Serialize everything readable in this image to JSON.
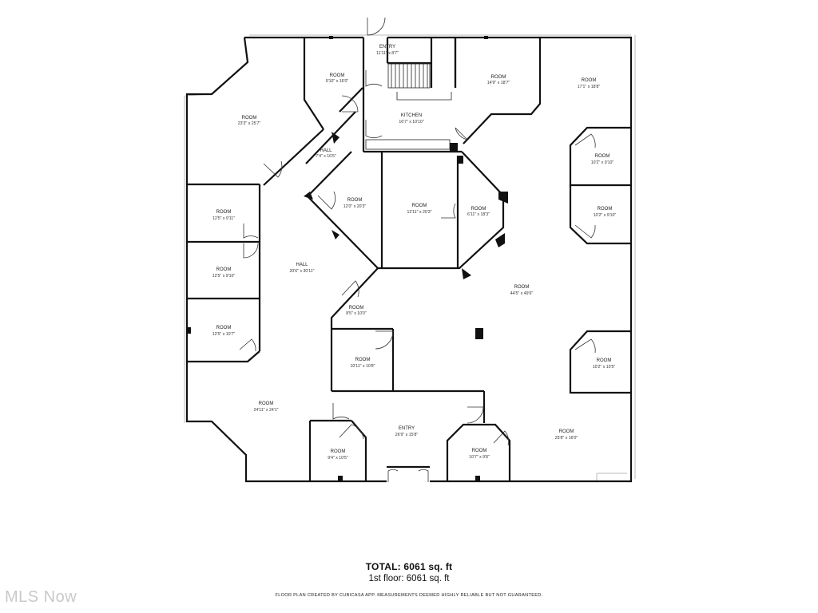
{
  "rooms": [
    {
      "id": "entry-top",
      "name": "ENTRY",
      "dims": "11'11\" x 8'7\""
    },
    {
      "id": "room-9-10x16",
      "name": "ROOM",
      "dims": "9'10\" x 16'0\""
    },
    {
      "id": "room-14-9",
      "name": "ROOM",
      "dims": "14'9\" x 18'7\""
    },
    {
      "id": "room-17-1",
      "name": "ROOM",
      "dims": "17'1\" x 18'8\""
    },
    {
      "id": "room-23-3",
      "name": "ROOM",
      "dims": "23'3\" x 25'7\""
    },
    {
      "id": "kitchen",
      "name": "KITCHEN",
      "dims": "16'7\" x 10'10\""
    },
    {
      "id": "hall-small",
      "name": "HALL",
      "dims": "7'4\" x 16'5\""
    },
    {
      "id": "room-10-2-a",
      "name": "ROOM",
      "dims": "10'2\" x 9'10\""
    },
    {
      "id": "room-10-2-b",
      "name": "ROOM",
      "dims": "10'2\" x 9'10\""
    },
    {
      "id": "room-12-0",
      "name": "ROOM",
      "dims": "12'0\" x 20'3\""
    },
    {
      "id": "room-12-11",
      "name": "ROOM",
      "dims": "12'11\" x 20'3\""
    },
    {
      "id": "room-6-11",
      "name": "ROOM",
      "dims": "6'11\" x 18'3\""
    },
    {
      "id": "room-12-5-a",
      "name": "ROOM",
      "dims": "12'5\" x 9'11\""
    },
    {
      "id": "room-12-5-b",
      "name": "ROOM",
      "dims": "12'5\" x 9'10\""
    },
    {
      "id": "room-12-5-c",
      "name": "ROOM",
      "dims": "12'5\" x 10'7\""
    },
    {
      "id": "hall-large",
      "name": "HALL",
      "dims": "20'6\" x 30'11\""
    },
    {
      "id": "room-8-5",
      "name": "ROOM",
      "dims": "8'5\" x 10'0\""
    },
    {
      "id": "room-44-5",
      "name": "ROOM",
      "dims": "44'5\" x 49'6\""
    },
    {
      "id": "room-10-11",
      "name": "ROOM",
      "dims": "10'11\" x 10'8\""
    },
    {
      "id": "room-10-2-c",
      "name": "ROOM",
      "dims": "10'2\" x 10'5\""
    },
    {
      "id": "room-24-11",
      "name": "ROOM",
      "dims": "24'11\" x 24'1\""
    },
    {
      "id": "entry-bottom",
      "name": "ENTRY",
      "dims": "26'9\" x 15'8\""
    },
    {
      "id": "room-25-8",
      "name": "ROOM",
      "dims": "25'8\" x 16'0\""
    },
    {
      "id": "room-9-4",
      "name": "ROOM",
      "dims": "9'4\" x 10'5\""
    },
    {
      "id": "room-10-7",
      "name": "ROOM",
      "dims": "10'7\" x 9'8\""
    }
  ],
  "summary": {
    "total": "TOTAL: 6061 sq. ft",
    "floor": "1st floor: 6061 sq. ft"
  },
  "disclaimer": "FLOOR PLAN CREATED BY CUBICASA APP. MEASUREMENTS DEEMED HIGHLY RELIABLE BUT NOT GUARANTEED.",
  "watermark": "MLS Now",
  "colors": {
    "wall": "#111111",
    "window": "#bbbbbb",
    "background": "#ffffff",
    "watermark": "#c9c9c9"
  }
}
